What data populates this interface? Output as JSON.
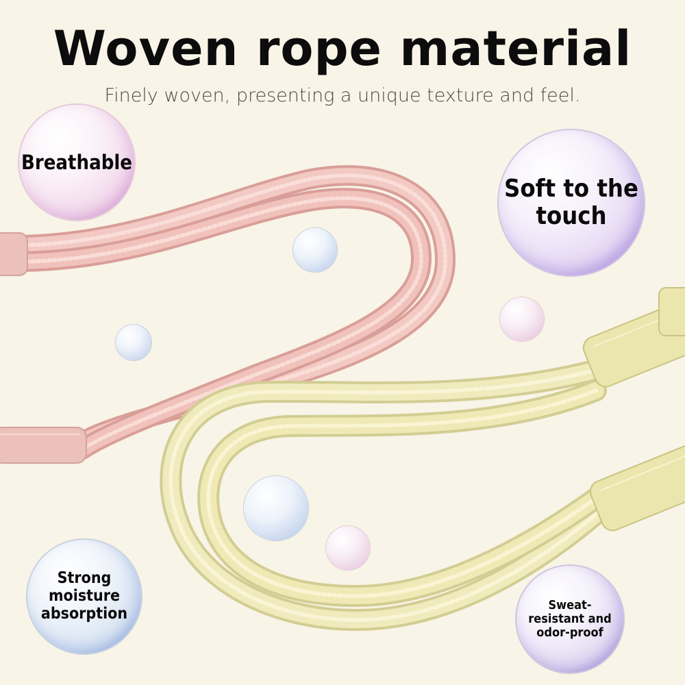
{
  "title": "Woven rope material",
  "subtitle": "Finely woven, presenting a unique texture and feel.",
  "bubbles": {
    "breathable": "Breathable",
    "soft_line1": "Soft to the",
    "soft_line2": "touch",
    "strong_line1": "Strong",
    "strong_line2": "moisture",
    "strong_line3": "absorption",
    "sweat_line1": "Sweat-",
    "sweat_line2": "resistant and",
    "sweat_line3": "odor-proof"
  },
  "colors": {
    "background": "#f8f4e7",
    "pink_rope": "#f2c4bf",
    "cream_rope": "#efeab8",
    "title_text": "#0c0c0c",
    "subtitle_text": "#4a4a4a"
  }
}
